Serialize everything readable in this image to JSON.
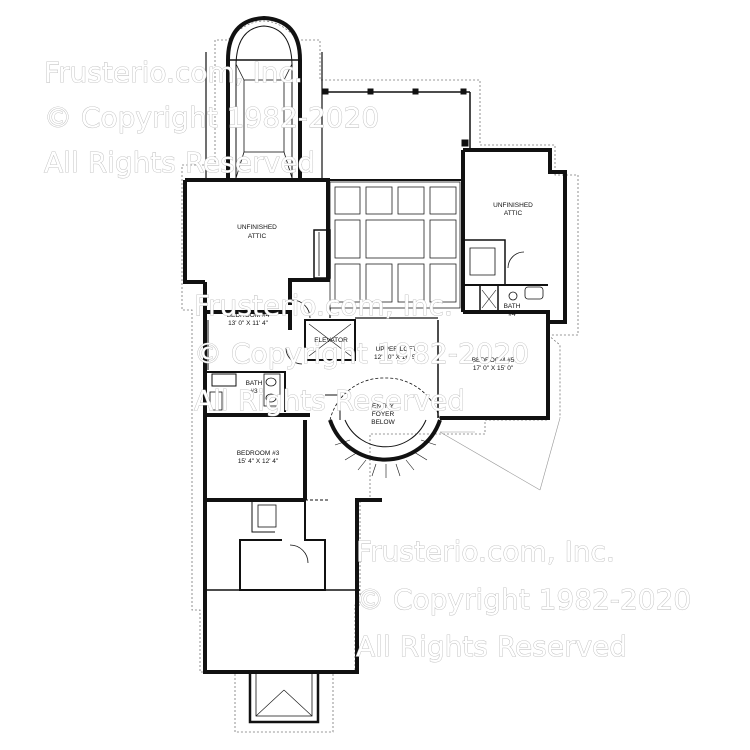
{
  "watermark": {
    "line1": "Frusterio.com, Inc.",
    "line2": "© Copyright 1982-2020",
    "line3": "All Rights Reserved"
  },
  "rooms": {
    "attic_left": {
      "line1": "UNFINISHED",
      "line2": "ATTIC"
    },
    "attic_right": {
      "line1": "UNFINISHED",
      "line2": "ATTIC"
    },
    "bedroom4": {
      "name": "BEDROOM #4",
      "size": "13' 0\" X 11' 4\""
    },
    "elevator": "ELEVATOR",
    "upper_loft": {
      "name": "UPPER LOFT",
      "size": "12' 10\" X 16' 5\""
    },
    "bedroom5": {
      "name": "BEDROOM #5",
      "size": "17' 0\" X 15' 0\""
    },
    "bath3": {
      "line1": "BATH",
      "line2": "#3"
    },
    "bath4": {
      "line1": "BATH",
      "line2": "#4"
    },
    "entry": {
      "line1": "ENTRY",
      "line2": "FOYER",
      "line3": "BELOW"
    },
    "bedroom3": {
      "name": "BEDROOM #3",
      "size": "15' 4\" X 12' 4\""
    }
  }
}
